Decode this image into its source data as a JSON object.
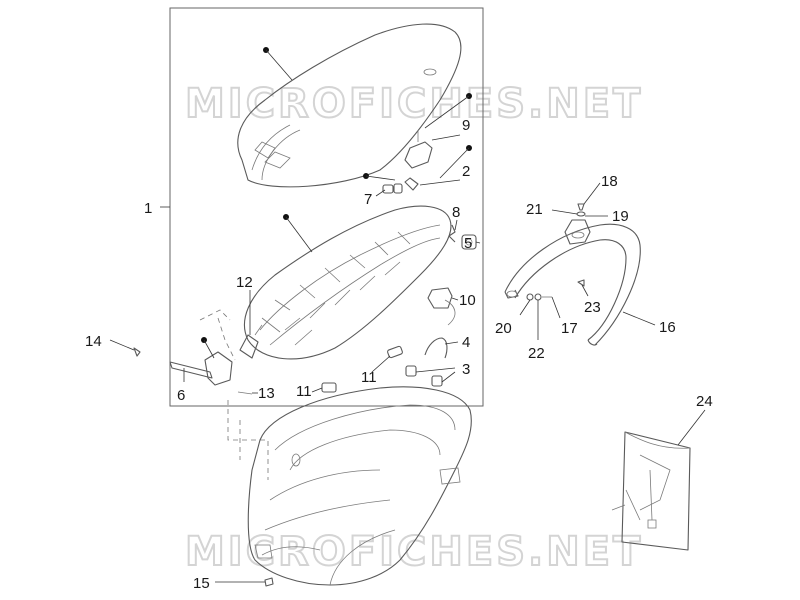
{
  "watermark": "MICROFICHES.NET",
  "labels": {
    "l1": "1",
    "l2": "2",
    "l3": "3",
    "l4": "4",
    "l5": "5",
    "l6": "6",
    "l7": "7",
    "l8": "8",
    "l9": "9",
    "l10": "10",
    "l11a": "11",
    "l11b": "11",
    "l12": "12",
    "l13": "13",
    "l14": "14",
    "l15": "15",
    "l16": "16",
    "l17": "17",
    "l18": "18",
    "l19": "19",
    "l20": "20",
    "l21": "21",
    "l22": "22",
    "l23": "23",
    "l24": "24"
  }
}
